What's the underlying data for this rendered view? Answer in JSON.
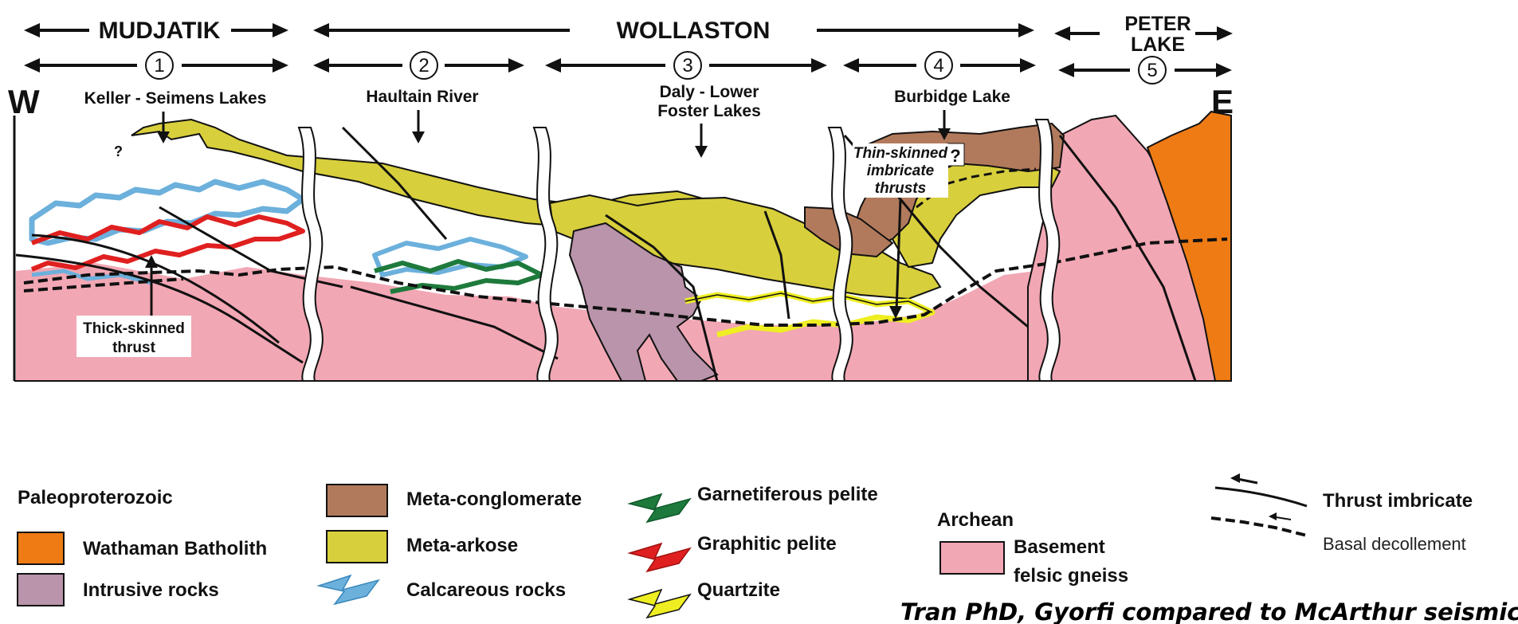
{
  "header": {
    "domains": [
      {
        "name": "MUDJATIK"
      },
      {
        "name": "WOLLASTON"
      },
      {
        "name_line1": "PETER",
        "name_line2": "LAKE"
      }
    ],
    "zones": [
      "1",
      "2",
      "3",
      "4",
      "5"
    ]
  },
  "section": {
    "west_label": "W",
    "east_label": "E",
    "localities": [
      {
        "line1": "Keller - Seimens Lakes",
        "line2": ""
      },
      {
        "line1": "Haultain River",
        "line2": ""
      },
      {
        "line1": "Daly - Lower",
        "line2": "Foster Lakes"
      },
      {
        "line1": "Burbidge Lake",
        "line2": ""
      }
    ],
    "question_marks": [
      "?",
      "?"
    ],
    "annotations": {
      "thin_skinned": [
        "Thin-skinned",
        "imbricate",
        "thrusts"
      ],
      "thick_skinned": [
        "Thick-skinned",
        "thrust"
      ]
    }
  },
  "legend": {
    "paleoproterozoic_heading": "Paleoproterozoic",
    "archean_heading": "Archean",
    "items": {
      "wathaman": "Wathaman Batholith",
      "intrusive": "Intrusive rocks",
      "meta_conglomerate": "Meta-conglomerate",
      "meta_arkose": "Meta-arkose",
      "calcareous": "Calcareous rocks",
      "garnetiferous": "Garnetiferous pelite",
      "graphitic": "Graphitic pelite",
      "quartzite": "Quartzite",
      "basement_line1": "Basement",
      "basement_line2": "felsic gneiss",
      "thrust_imbricate": "Thrust imbricate",
      "basal_decollement": "Basal decollement"
    }
  },
  "credit": "Tran PhD, Gyorfi compared to McArthur seismic",
  "colors": {
    "basement": "#f2a7b4",
    "wathaman": "#ee7b14",
    "intrusive": "#b994aa",
    "meta_conglomerate": "#b27a5c",
    "meta_arkose": "#d8cf3c",
    "calcareous": "#6cb0dc",
    "garnetiferous": "#1e7a3c",
    "graphitic": "#e02020",
    "quartzite": "#eeee22"
  }
}
